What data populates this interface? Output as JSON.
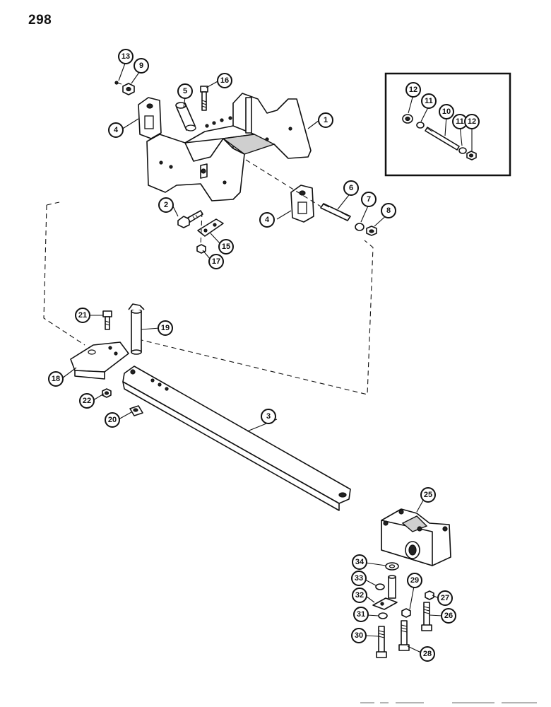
{
  "page": {
    "number": "298"
  },
  "callouts": {
    "c1": "1",
    "c2": "2",
    "c3": "3",
    "c4a": "4",
    "c4b": "4",
    "c5": "5",
    "c6": "6",
    "c7": "7",
    "c8": "8",
    "c9": "9",
    "c10": "10",
    "c11a": "11",
    "c11b": "11",
    "c12a": "12",
    "c12b": "12",
    "c13": "13",
    "c15": "15",
    "c16": "16",
    "c17": "17",
    "c18": "18",
    "c19": "19",
    "c20": "20",
    "c21": "21",
    "c22": "22",
    "c25": "25",
    "c26": "26",
    "c27": "27",
    "c28": "28",
    "c29": "29",
    "c30": "30",
    "c31": "31",
    "c32": "32",
    "c33": "33",
    "c34": "34"
  }
}
